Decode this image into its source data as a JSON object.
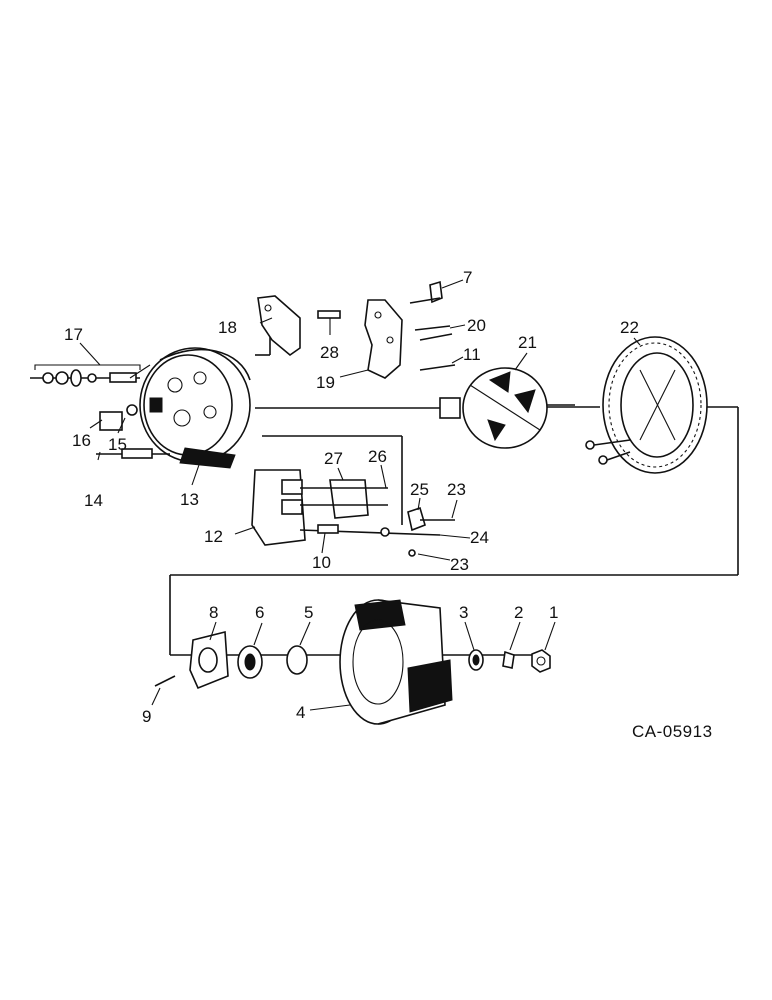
{
  "drawing_code": "CA-05913",
  "callouts": [
    "1",
    "2",
    "3",
    "4",
    "5",
    "6",
    "7",
    "8",
    "9",
    "10",
    "11",
    "12",
    "13",
    "14",
    "15",
    "16",
    "17",
    "18",
    "19",
    "20",
    "21",
    "22",
    "23",
    "23",
    "24",
    "25",
    "26",
    "27",
    "28"
  ],
  "parts": {
    "rear_housing": "13",
    "stator": "22",
    "rotor": "21",
    "drive_end_frame": "4",
    "pulley_nut": "1",
    "mounting_bracket": "18",
    "regulator_bracket": "19",
    "brush_holder": "12"
  },
  "line_color": "#111111"
}
